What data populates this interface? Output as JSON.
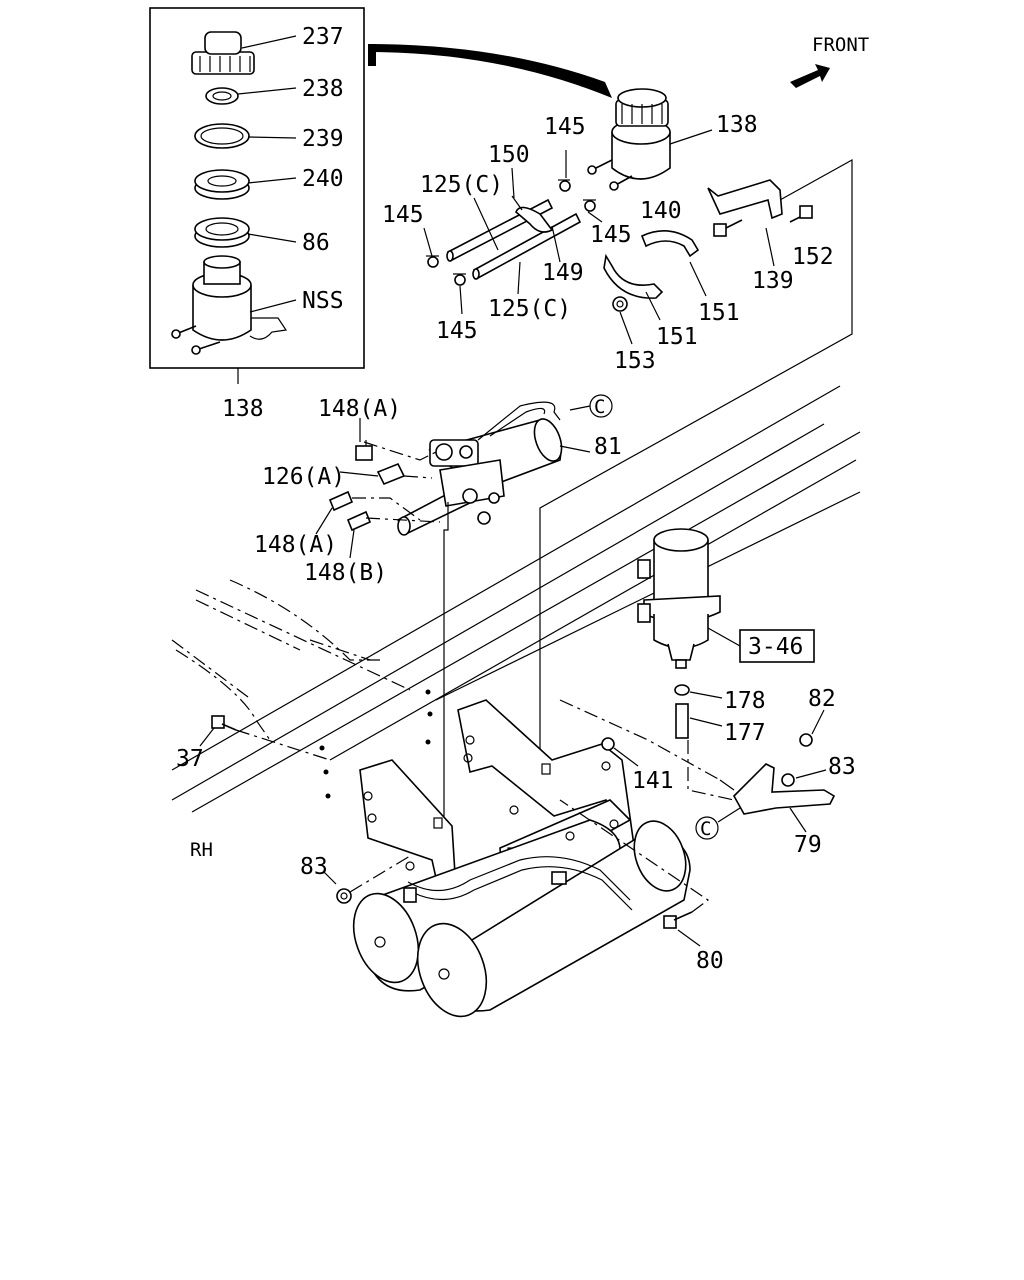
{
  "orientation": {
    "front": "FRONT",
    "side": "RH"
  },
  "inset": {
    "ref": "138"
  },
  "ref_box": "3-46",
  "circle_ref": "C",
  "callouts": {
    "c237": "237",
    "c238": "238",
    "c239": "239",
    "c240": "240",
    "c86": "86",
    "nss": "NSS",
    "c138_top": "138",
    "c145_a": "145",
    "c145_b": "145",
    "c145_c": "145",
    "c145_d": "145",
    "c150": "150",
    "c125_a": "125(C)",
    "c125_b": "125(C)",
    "c149": "149",
    "c140": "140",
    "c152": "152",
    "c139": "139",
    "c151_a": "151",
    "c151_b": "151",
    "c153": "153",
    "c148_a": "148(A)",
    "c126": "126(A)",
    "c148_b": "148(A)",
    "c148_c": "148(B)",
    "c81": "81",
    "c178": "178",
    "c177": "177",
    "c82": "82",
    "c83_a": "83",
    "c79": "79",
    "c37": "37",
    "c141": "141",
    "c83_b": "83",
    "c80": "80"
  }
}
